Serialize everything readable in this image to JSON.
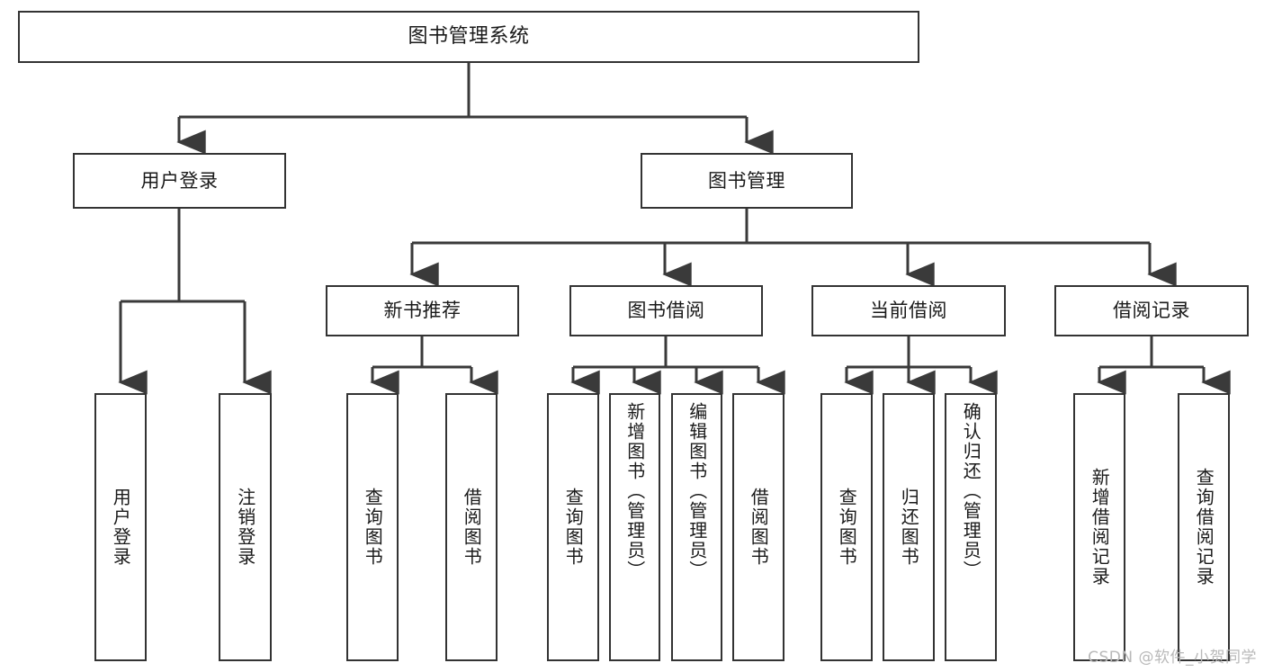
{
  "diagram": {
    "title": "图书管理系统",
    "type": "tree",
    "watermark": "CSDN @软件_小贺同学",
    "colors": {
      "box_border": "#333333",
      "box_fill": "#ffffff",
      "connector": "#3a3a3a",
      "text": "#1a1a1a",
      "watermark": "#b9b9b9"
    },
    "levels": {
      "root": {
        "label": "图书管理系统"
      },
      "level1": [
        {
          "label": "用户登录"
        },
        {
          "label": "图书管理"
        }
      ],
      "level2": [
        {
          "label": "新书推荐"
        },
        {
          "label": "图书借阅"
        },
        {
          "label": "当前借阅"
        },
        {
          "label": "借阅记录"
        }
      ],
      "leaves": {
        "user_login": [
          {
            "label": "用户登录"
          },
          {
            "label": "注销登录"
          }
        ],
        "new_book_recommend": [
          {
            "label": "查询图书"
          },
          {
            "label": "借阅图书"
          }
        ],
        "book_borrow": [
          {
            "label": "查询图书"
          },
          {
            "label": "新增图书（管理员）"
          },
          {
            "label": "编辑图书（管理员）"
          },
          {
            "label": "借阅图书"
          }
        ],
        "current_borrow": [
          {
            "label": "查询图书"
          },
          {
            "label": "归还图书"
          },
          {
            "label": "确认归还（管理员）"
          }
        ],
        "borrow_record": [
          {
            "label": "新增借阅记录"
          },
          {
            "label": "查询借阅记录"
          }
        ]
      }
    }
  }
}
